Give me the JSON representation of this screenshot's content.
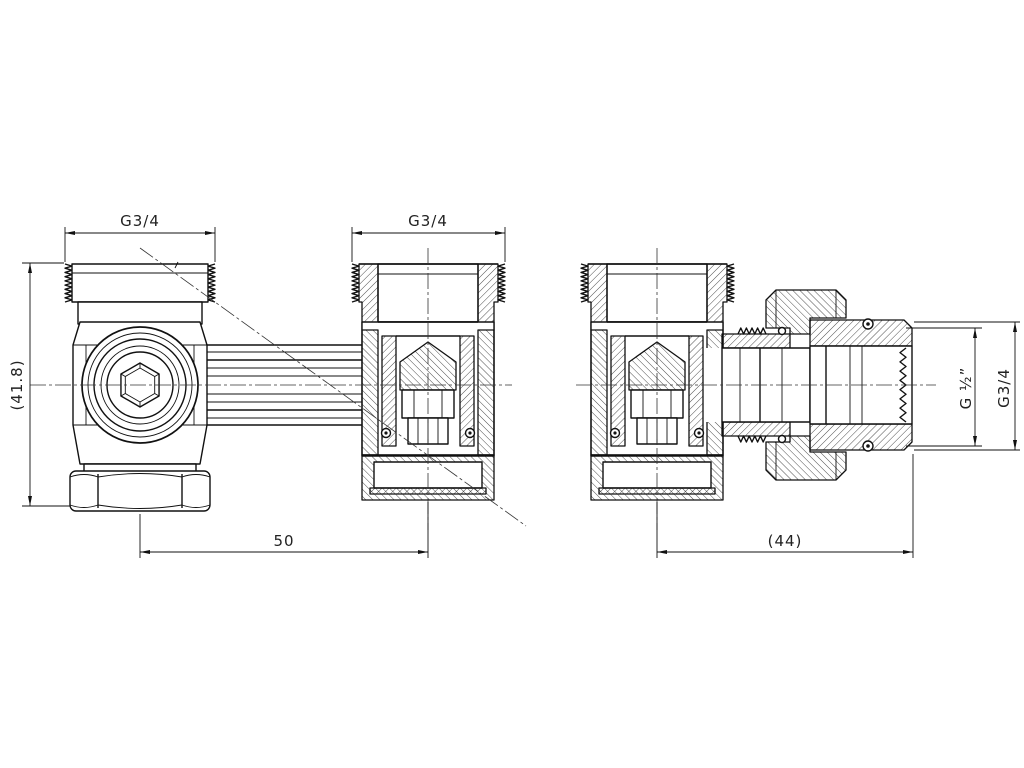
{
  "drawing": {
    "dimensions": {
      "left_port_thread": "G3/4",
      "middle_port_thread": "G3/4",
      "overall_height": "(41.8)",
      "centre_distance": "50",
      "outlet_length": "(44)",
      "outlet_thread_inner": "G ½”",
      "outlet_thread_outer": "G3/4"
    }
  }
}
